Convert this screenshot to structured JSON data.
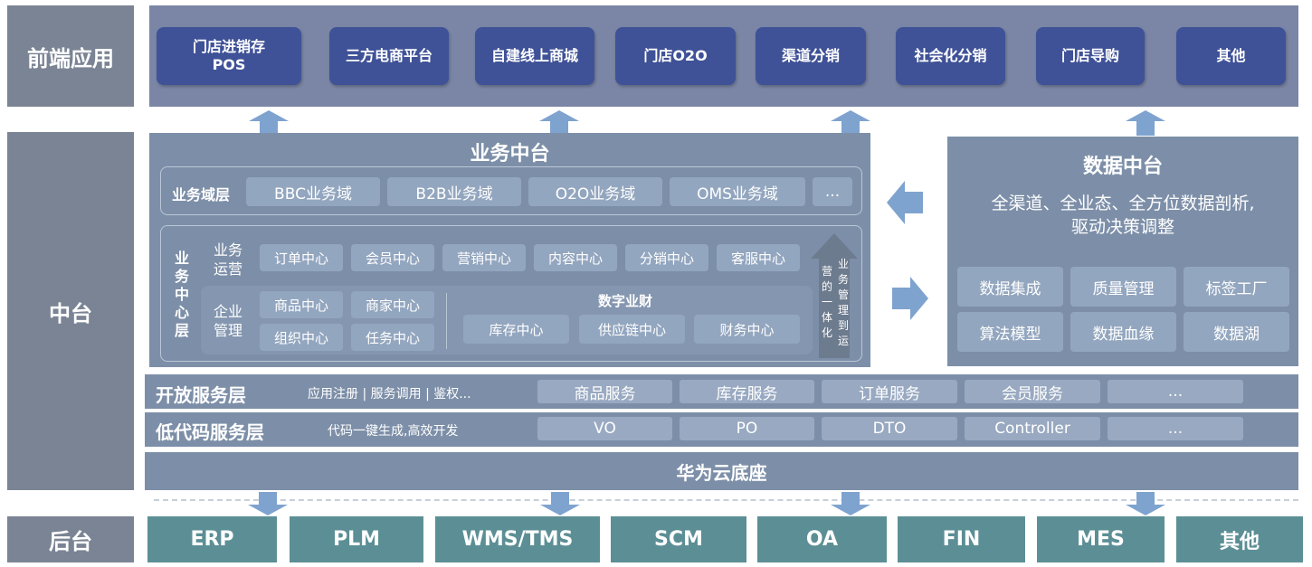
{
  "rows": {
    "front": "前端应用",
    "middle": "中台",
    "back": "后台"
  },
  "front_apps": [
    "门店进销存\nPOS",
    "三方电商平台",
    "自建线上商城",
    "门店O2O",
    "渠道分销",
    "社会化分销",
    "门店导购",
    "其他"
  ],
  "business": {
    "title": "业务中台",
    "domain_label": "业务域层",
    "domains": [
      "BBC业务域",
      "B2B业务域",
      "O2O业务域",
      "OMS业务域",
      "..."
    ],
    "center_label": "业\n务\n中\n心\n层",
    "ops_label": "业务\n运营",
    "ops_items": [
      "订单中心",
      "会员中心",
      "营销中心",
      "内容中心",
      "分销中心",
      "客服中心"
    ],
    "ent_label": "企业\n管理",
    "ent_items": [
      "商品中心",
      "商家中心",
      "组织中心",
      "任务中心"
    ],
    "finance_label": "数字业财",
    "finance_items": [
      "库存中心",
      "供应链中心",
      "财务中心"
    ],
    "integration_col1": "营\n的\n一\n体\n化",
    "integration_col2": "业\n务\n管\n理\n到\n运"
  },
  "data": {
    "title": "数据中台",
    "desc": "全渠道、全业态、全方位数据剖析,\n驱动决策调整",
    "items": [
      "数据集成",
      "质量管理",
      "标签工厂",
      "算法模型",
      "数据血缘",
      "数据湖"
    ]
  },
  "open_service": {
    "title": "开放服务层",
    "desc": "应用注册 |  服务调用 |  鉴权...",
    "items": [
      "商品服务",
      "库存服务",
      "订单服务",
      "会员服务",
      "..."
    ]
  },
  "lowcode": {
    "title": "低代码服务层",
    "desc": "代码一键生成,高效开发",
    "items": [
      "VO",
      "PO",
      "DTO",
      "Controller",
      "..."
    ]
  },
  "cloud": "华为云底座",
  "back_systems": [
    "ERP",
    "PLM",
    "WMS/TMS",
    "SCM",
    "OA",
    "FIN",
    "MES",
    "其他"
  ],
  "colors": {
    "row_label": "#7a8494",
    "front_band": "#7b86a6",
    "front_button": "#3f5297",
    "panel": "#7d8fa8",
    "pill": "#93a6bf",
    "back_button": "#5c8f95",
    "arrow": "#7ea3cf"
  }
}
